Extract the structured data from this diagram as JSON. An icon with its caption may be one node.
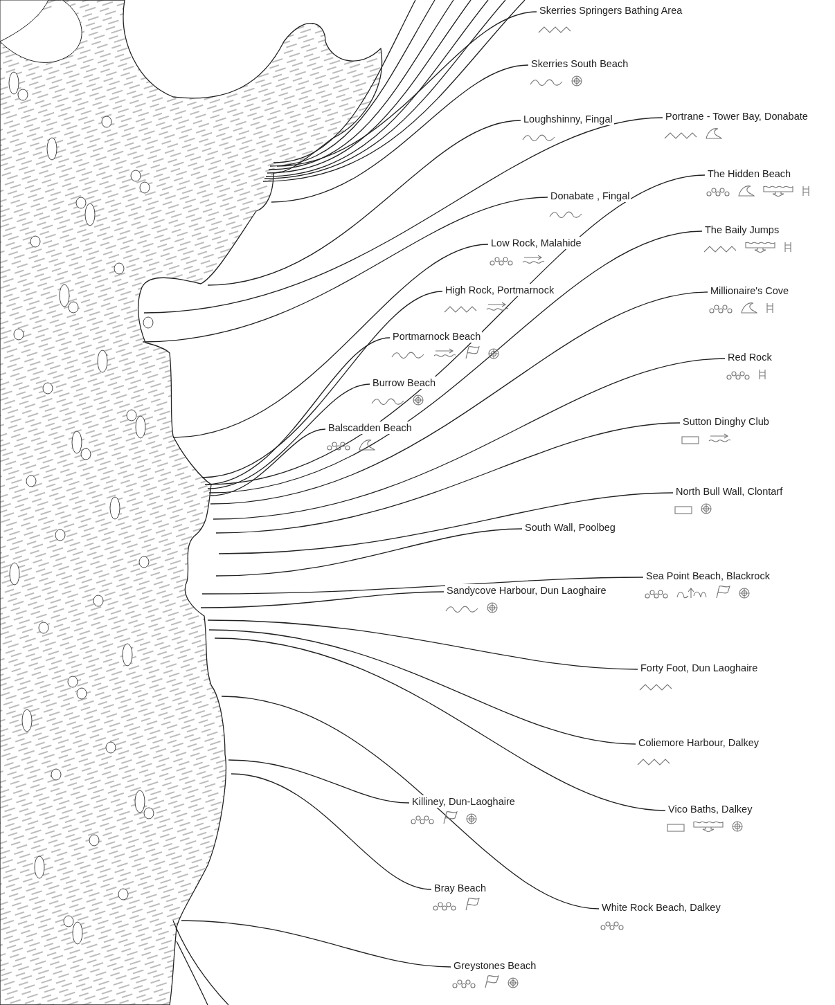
{
  "diagram": {
    "nodes": [
      {
        "text": [
          "Skerries Springers Bathing Area"
        ]
      },
      {
        "text": [
          "Skerries South Beach"
        ]
      },
      {
        "text": [
          "Loughshinny, Fingal"
        ]
      },
      {
        "text": [
          "Portrane - Tower Bay, Donabate"
        ]
      },
      {
        "text": [
          "The Hidden Beach"
        ]
      },
      {
        "text": [
          "Donabate , Fingal"
        ]
      },
      {
        "text": [
          "The Baily Jumps"
        ]
      },
      {
        "text": [
          "Low Rock, Malahide"
        ]
      },
      {
        "text": [
          "Millionaire's Cove"
        ]
      },
      {
        "text": [
          "High Rock, Portmarnock"
        ]
      },
      {
        "text": [
          "Portmarnock Beach"
        ]
      },
      {
        "text": [
          "Red Rock"
        ]
      },
      {
        "text": [
          "Burrow Beach"
        ]
      },
      {
        "text": [
          "Sutton Dinghy Club"
        ]
      },
      {
        "text": [
          "Balscadden Beach"
        ]
      },
      {
        "text": [
          "North Bull Wall, Clontarf"
        ]
      },
      {
        "text": [
          "South Wall, Poolbeg"
        ]
      },
      {
        "text": [
          "Sea Point Beach, Blackrock"
        ]
      },
      {
        "text": [
          "Sandycove Harbour, Dun Laoghaire"
        ]
      },
      {
        "text": [
          "Forty Foot, Dun Laoghaire"
        ]
      },
      {
        "text": [
          "Coliemore Harbour, Dalkey"
        ]
      },
      {
        "text": [
          "Killiney, Dun-Laoghaire"
        ]
      },
      {
        "text": [
          "Vico Baths, Dalkey"
        ]
      },
      {
        "text": [
          "Bray Beach"
        ]
      },
      {
        "text": [
          "White Rock Beach, Dalkey"
        ]
      },
      {
        "text": [
          "Greystones Beach"
        ]
      }
    ],
    "edges": [
      {
        "from": 0,
        "to": null,
        "arrow": "none"
      },
      {
        "from": 1,
        "to": null,
        "arrow": "none"
      },
      {
        "from": 2,
        "to": null,
        "arrow": "none"
      },
      {
        "from": 3,
        "to": null,
        "arrow": "none"
      },
      {
        "from": 4,
        "to": null,
        "arrow": "none"
      },
      {
        "from": 5,
        "to": null,
        "arrow": "none"
      },
      {
        "from": 6,
        "to": null,
        "arrow": "none"
      },
      {
        "from": 7,
        "to": null,
        "arrow": "none"
      },
      {
        "from": 8,
        "to": null,
        "arrow": "none"
      },
      {
        "from": 9,
        "to": null,
        "arrow": "none"
      },
      {
        "from": 10,
        "to": null,
        "arrow": "none"
      },
      {
        "from": 11,
        "to": null,
        "arrow": "none"
      },
      {
        "from": 12,
        "to": null,
        "arrow": "none"
      },
      {
        "from": 13,
        "to": null,
        "arrow": "none"
      },
      {
        "from": 14,
        "to": null,
        "arrow": "none"
      },
      {
        "from": 15,
        "to": null,
        "arrow": "none"
      },
      {
        "from": 16,
        "to": null,
        "arrow": "none"
      },
      {
        "from": 17,
        "to": null,
        "arrow": "none"
      },
      {
        "from": 18,
        "to": null,
        "arrow": "none"
      },
      {
        "from": 19,
        "to": null,
        "arrow": "none"
      },
      {
        "from": 20,
        "to": null,
        "arrow": "none"
      },
      {
        "from": 21,
        "to": null,
        "arrow": "none"
      },
      {
        "from": 22,
        "to": null,
        "arrow": "none"
      },
      {
        "from": 23,
        "to": null,
        "arrow": "none"
      },
      {
        "from": 24,
        "to": null,
        "arrow": "none"
      },
      {
        "from": 25,
        "to": null,
        "arrow": "none"
      }
    ]
  }
}
